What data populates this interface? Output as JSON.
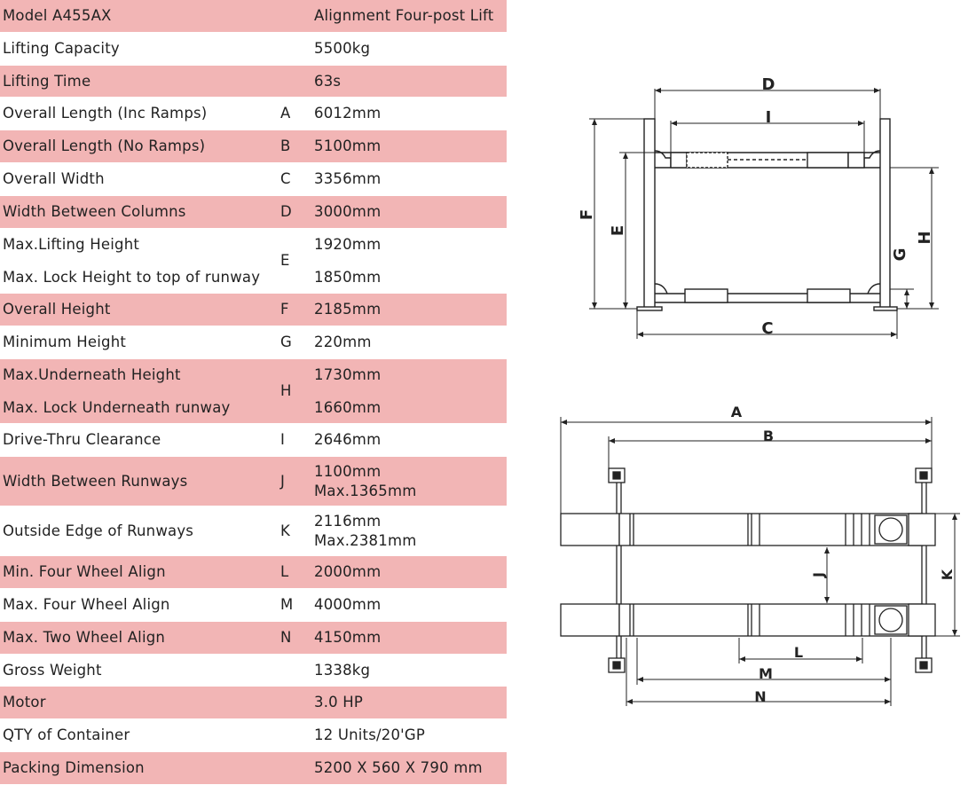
{
  "specs": [
    {
      "label": "Model A455AX",
      "code": "",
      "value": "Alignment Four-post Lift",
      "shade": "pink"
    },
    {
      "label": "Lifting Capacity",
      "code": "",
      "value": "5500kg",
      "shade": "white"
    },
    {
      "label": "Lifting Time",
      "code": "",
      "value": "63s",
      "shade": "pink"
    },
    {
      "label": "Overall Length (Inc Ramps)",
      "code": "A",
      "value": "6012mm",
      "shade": "white"
    },
    {
      "label": "Overall Length (No Ramps)",
      "code": "B",
      "value": "5100mm",
      "shade": "pink"
    },
    {
      "label": "Overall Width",
      "code": "C",
      "value": "3356mm",
      "shade": "white"
    },
    {
      "label": "Width Between Columns",
      "code": "D",
      "value": "3000mm",
      "shade": "pink"
    },
    {
      "label": "Max.Lifting Height",
      "label2": "Max. Lock Height to top of runway",
      "code": "E",
      "value": "1920mm",
      "value2": "1850mm",
      "shade": "white",
      "lines": 2
    },
    {
      "label": "Overall Height",
      "code": "F",
      "value": "2185mm",
      "shade": "pink"
    },
    {
      "label": "Minimum Height",
      "code": "G",
      "value": "220mm",
      "shade": "white"
    },
    {
      "label": "Max.Underneath Height",
      "label2": "Max. Lock Underneath runway",
      "code": "H",
      "value": "1730mm",
      "value2": "1660mm",
      "shade": "pink",
      "lines": 2
    },
    {
      "label": "Drive-Thru  Clearance",
      "code": "I",
      "value": "2646mm",
      "shade": "white"
    },
    {
      "label": "Width Between Runways",
      "code": "J",
      "value": "1100mm",
      "value2": "Max.1365mm",
      "shade": "pink",
      "lines": 2,
      "compact": true
    },
    {
      "label": "Outside  Edge of Runways",
      "code": "K",
      "value": "2116mm",
      "value2": "Max.2381mm",
      "shade": "white",
      "lines": 2,
      "compact": true
    },
    {
      "label": "Min. Four Wheel Align",
      "code": "L",
      "value": "2000mm",
      "shade": "pink"
    },
    {
      "label": "Max. Four Wheel Align",
      "code": "M",
      "value": "4000mm",
      "shade": "white"
    },
    {
      "label": "Max. Two Wheel Align",
      "code": "N",
      "value": "4150mm",
      "shade": "pink"
    },
    {
      "label": "Gross Weight",
      "code": "",
      "value": "1338kg",
      "shade": "white"
    },
    {
      "label": "Motor",
      "code": "",
      "value": "3.0 HP",
      "shade": "pink"
    },
    {
      "label": "QTY of Container",
      "code": "",
      "value": "12 Units/20'GP",
      "shade": "white"
    },
    {
      "label": "Packing Dimension",
      "code": "",
      "value": "5200 X 560 X 790 mm",
      "shade": "pink"
    }
  ],
  "front_view": {
    "labels": {
      "D": "D",
      "I": "I",
      "F": "F",
      "E": "E",
      "G": "G",
      "H": "H",
      "C": "C"
    }
  },
  "top_view": {
    "labels": {
      "A": "A",
      "B": "B",
      "J": "J",
      "K": "K",
      "L": "L",
      "M": "M",
      "N": "N"
    }
  }
}
